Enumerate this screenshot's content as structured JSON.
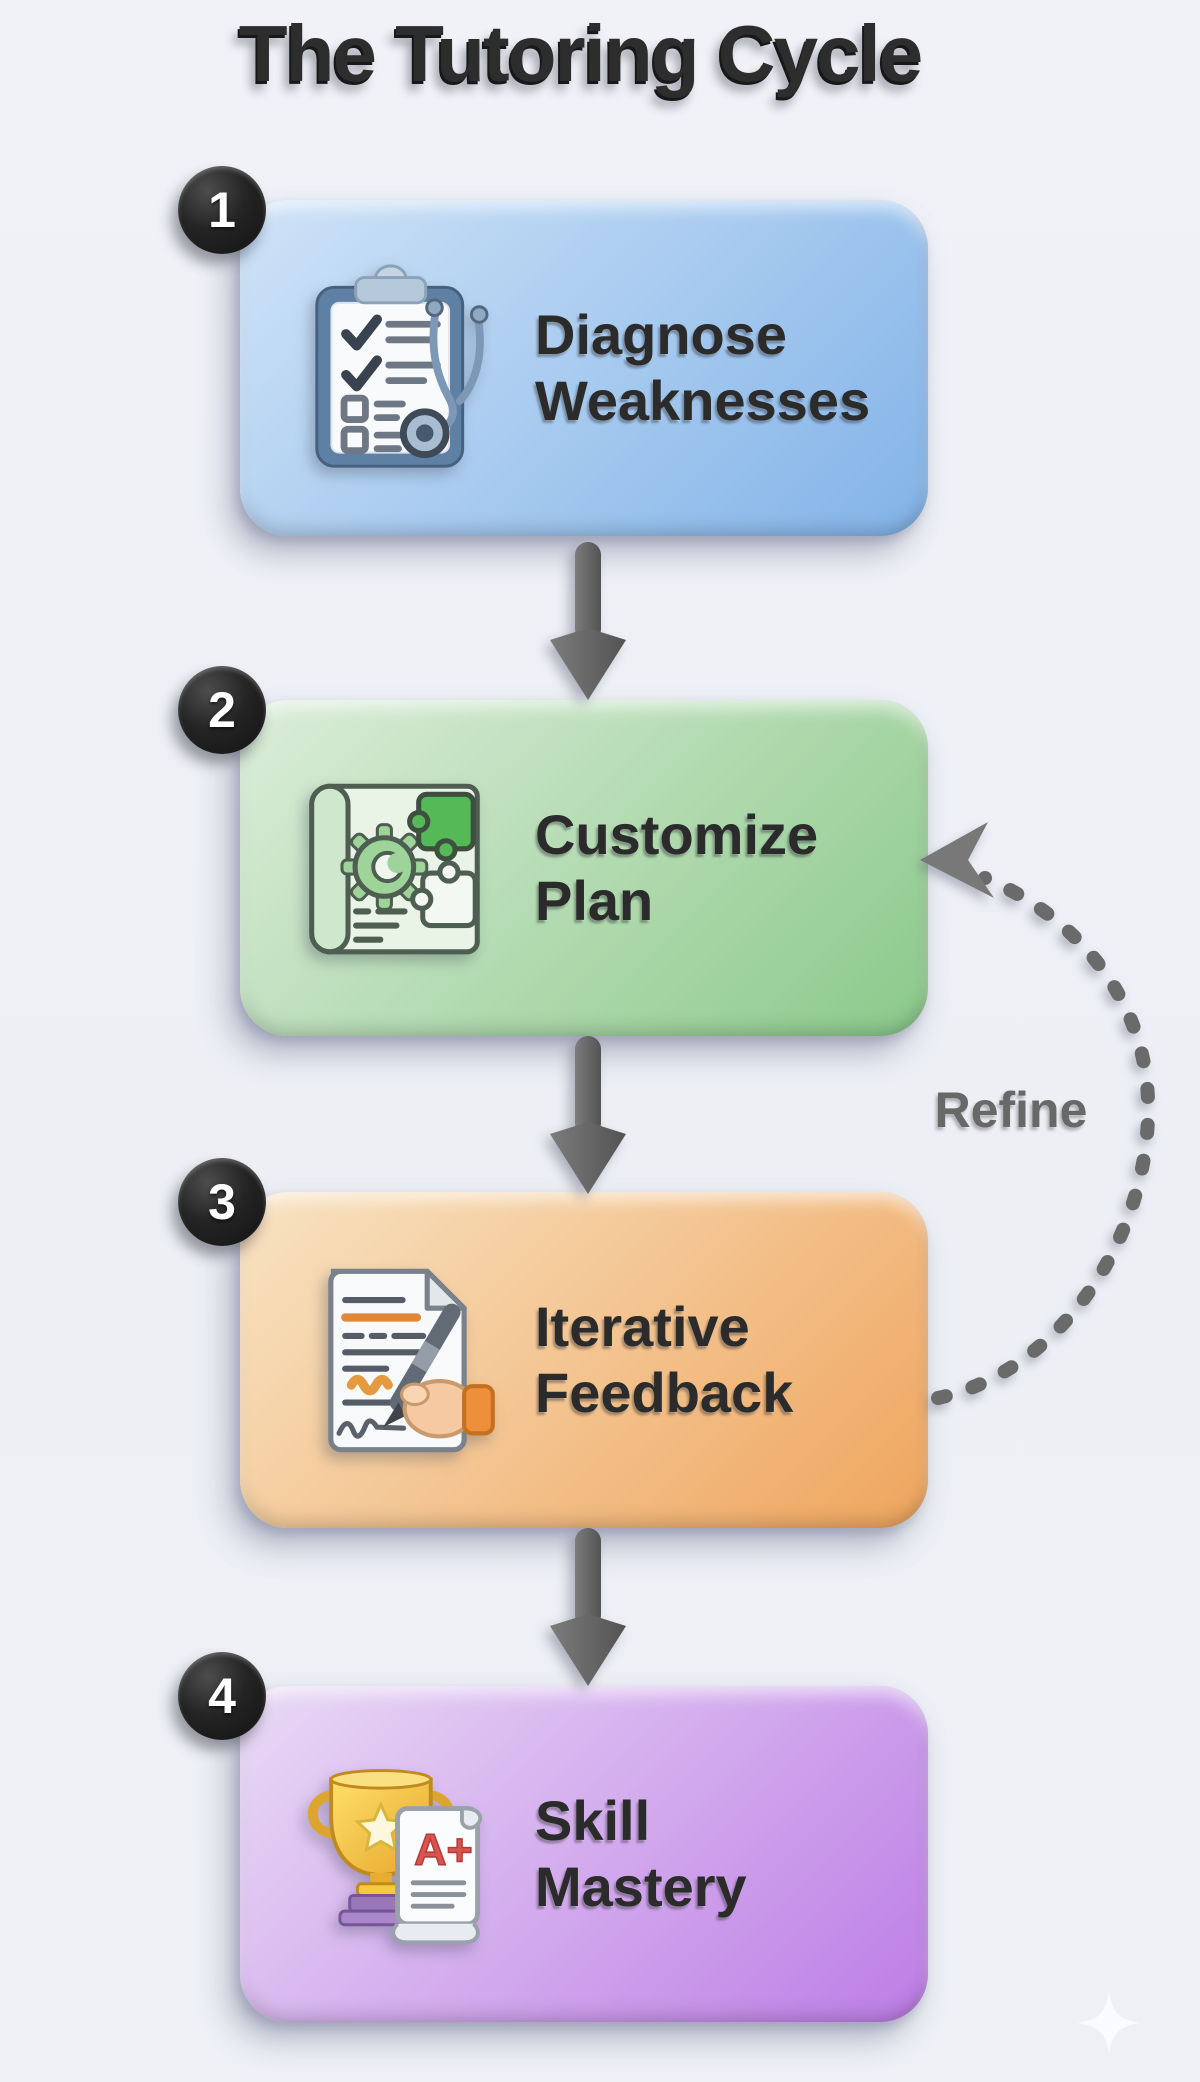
{
  "title": "The Tutoring Cycle",
  "refine_label": "Refine",
  "background_color": "#eef0f6",
  "label_text_color": "#2b2b2b",
  "connector_color": "#6a6a6a",
  "badge_style": {
    "background": "#1d1d1d",
    "text_color": "#ffffff"
  },
  "steps": [
    {
      "number": "1",
      "label_lines": [
        "Diagnose",
        "Weaknesses"
      ],
      "icon": "clipboard-stethoscope-icon",
      "colors": {
        "top_left": "#cfe3f7",
        "bottom_right": "#82b3e8"
      }
    },
    {
      "number": "2",
      "label_lines": [
        "Customize",
        "Plan"
      ],
      "icon": "blueprint-gear-puzzle-icon",
      "colors": {
        "top_left": "#dcedda",
        "bottom_right": "#8bc98a"
      }
    },
    {
      "number": "3",
      "label_lines": [
        "Iterative",
        "Feedback"
      ],
      "icon": "document-pen-hand-icon",
      "colors": {
        "top_left": "#f8e3c3",
        "bottom_right": "#efa55e"
      }
    },
    {
      "number": "4",
      "label_lines": [
        "Skill",
        "Mastery"
      ],
      "icon": "trophy-certificate-icon",
      "colors": {
        "top_left": "#e9daf5",
        "bottom_right": "#bd7de6"
      }
    }
  ]
}
